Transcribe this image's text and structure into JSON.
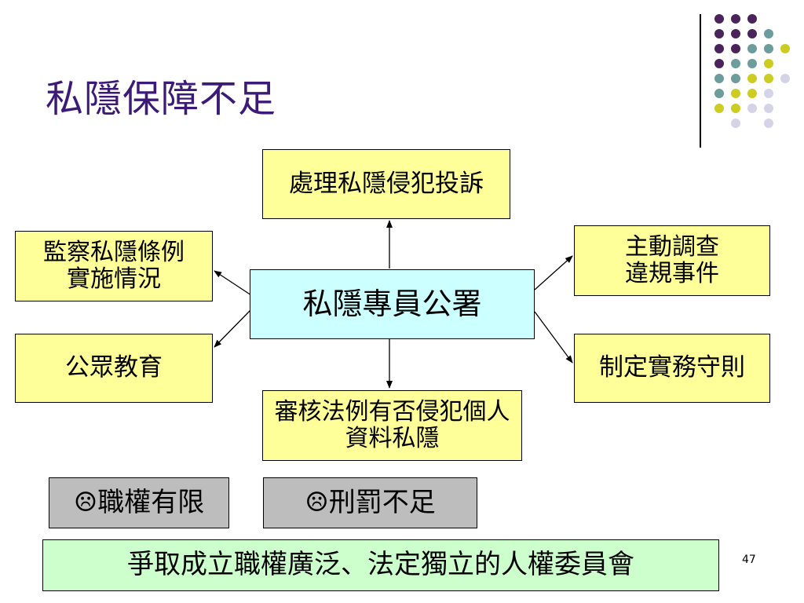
{
  "slide": {
    "title": "私隱保障不足",
    "page_number": "47"
  },
  "diagram": {
    "center": "私隱專員公署",
    "top": "處理私隱侵犯投訴",
    "left_top": "監察私隱條例實施情況",
    "left_bottom": "公眾教育",
    "right_top": "主動調查違規事件",
    "right_bottom": "制定實務守則",
    "bottom": "審核法例有否侵犯個人資料私隱"
  },
  "issues": [
    "☹職權有限",
    "☹刑罰不足"
  ],
  "conclusion": "爭取成立職權廣泛、法定獨立的人權委員會",
  "colors": {
    "title": "#3b1a78",
    "box_yellow": "#ffff99",
    "box_cyan": "#ccffff",
    "box_gray": "#bdbdbd",
    "box_green": "#ccffcc",
    "dot_purple": "#4a235a",
    "dot_teal": "#6d9c9c",
    "dot_olive": "#cccc22",
    "dot_lavender": "#d4d4e6"
  }
}
